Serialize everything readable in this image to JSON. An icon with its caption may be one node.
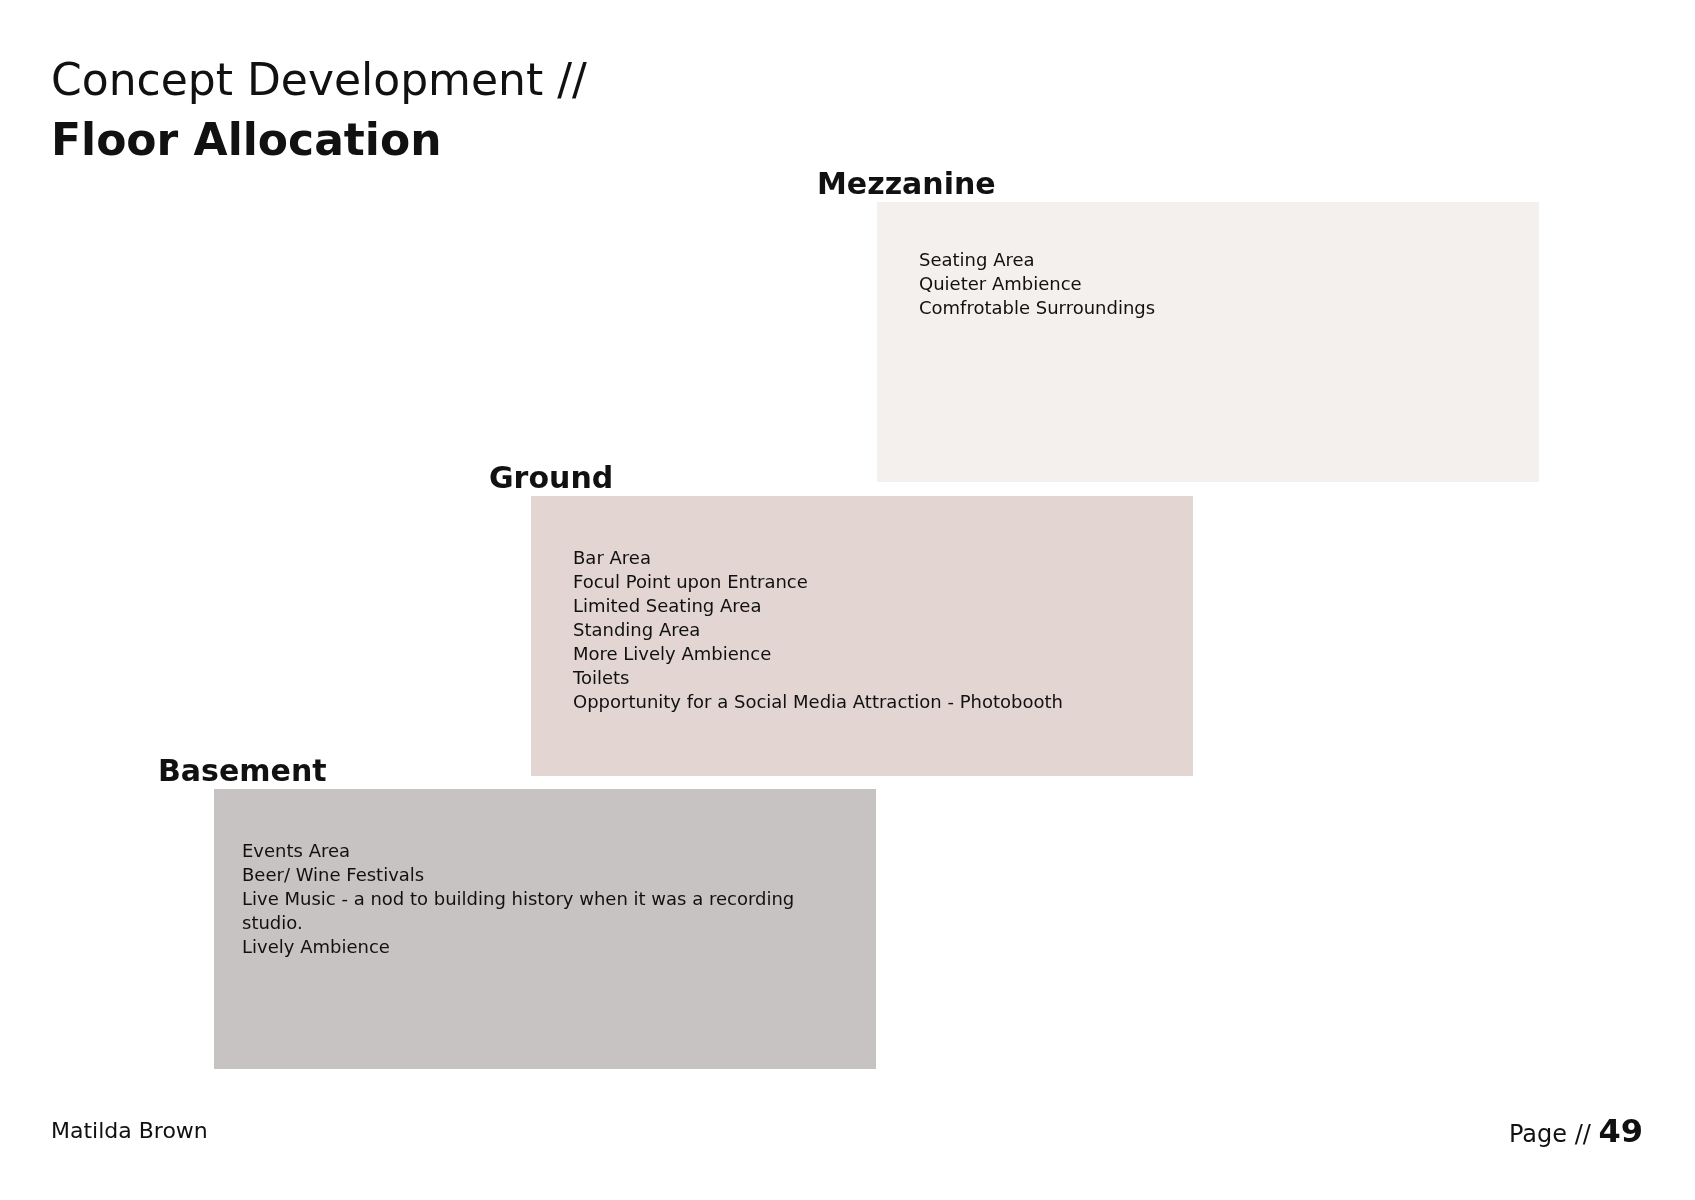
{
  "diagram": {
    "title": "Concept Development // **Floor Allocation**",
    "nodes": [
      {
        "text": [
          "Mezzanine",
          "Seating Area",
          "Quieter Ambience",
          "Comfrotable Surroundings"
        ]
      },
      {
        "text": [
          "Ground",
          "Bar Area",
          "Focul Point upon Entrance",
          "Limited Seating Area",
          "Standing Area",
          "More Lively Ambience",
          "Toilets",
          "Opportunity for a Social Media Attraction - Photobooth"
        ]
      },
      {
        "text": [
          "Basement",
          "Events Area",
          "Beer/ Wine Festivals",
          "Live Music - a nod to building history when it was a recording studio.",
          "Lively Ambience"
        ]
      }
    ],
    "labels": [
      "Matilda Brown",
      "Page // **49**"
    ]
  }
}
